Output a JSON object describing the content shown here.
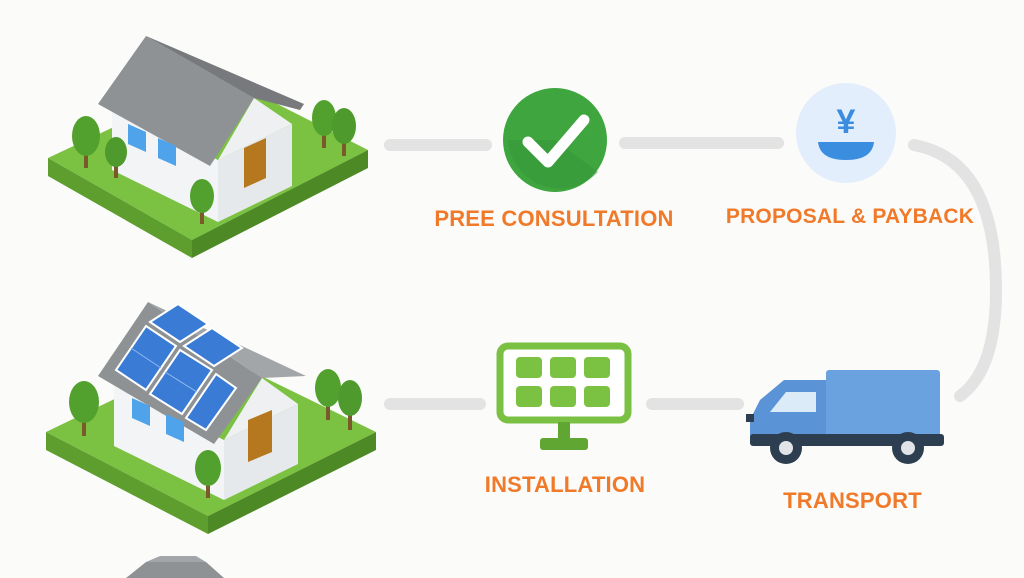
{
  "steps": [
    {
      "id": "consultation",
      "label": "PREE CONSULTATION",
      "icon": "check-icon"
    },
    {
      "id": "proposal",
      "label": "PROPOSAL & PAYBACK",
      "icon": "yen-bowl-icon",
      "symbol": "¥"
    },
    {
      "id": "installation",
      "label": "INSTALLATION",
      "icon": "solar-panel-icon"
    },
    {
      "id": "transport",
      "label": "TRANSPORT",
      "icon": "truck-icon"
    }
  ],
  "colors": {
    "label": "#f07a2a",
    "connector": "#e3e3e3",
    "check_circle": "#3ea53f",
    "grass": "#7cc242",
    "roof": "#8f9294",
    "solar": "#3a7bd5",
    "truck": "#6aa2e0"
  }
}
